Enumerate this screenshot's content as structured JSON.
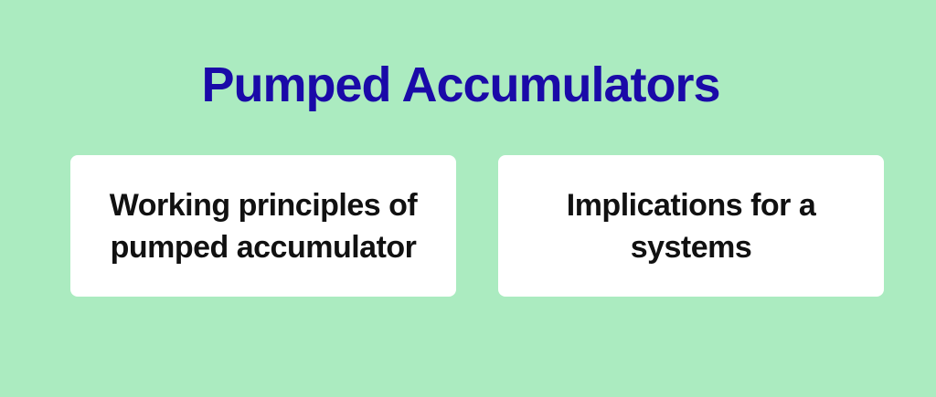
{
  "title": "Pumped Accumulators",
  "cards": [
    {
      "label": "Working principles of pumped accumulator"
    },
    {
      "label": "Implications for a systems"
    }
  ],
  "colors": {
    "background": "#abebc0",
    "title": "#1a0aa8",
    "card_background": "#ffffff",
    "card_text": "#111111"
  }
}
